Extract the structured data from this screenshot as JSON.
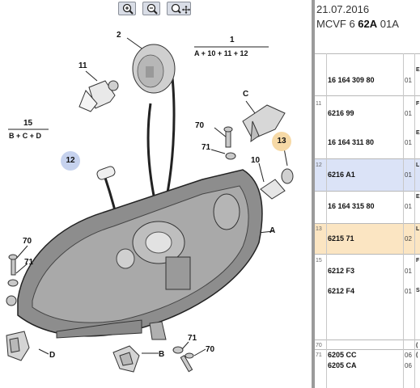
{
  "toolbar": {
    "zoom_in": "zoom-in-icon",
    "zoom_out": "zoom-out-icon",
    "zoom_pan": "zoom-pan-icon"
  },
  "diagram": {
    "callouts": {
      "c1": "1",
      "c1_formula": "A + 10 + 11 + 12",
      "c2": "2",
      "c11": "11",
      "c15": "15",
      "c15_formula": "B + C + D",
      "cC": "C",
      "c70_top": "70",
      "c71_top": "71",
      "c13": "13",
      "c12": "12",
      "c10": "10",
      "cA": "A",
      "c70_left": "70",
      "c71_left": "71",
      "cD": "D",
      "c71_bottom": "71",
      "c70_bottom": "70",
      "cB": "B"
    },
    "highlight_colors": {
      "blue": "#c6d2ee",
      "orange": "#f6d9a6"
    }
  },
  "document": {
    "date": "21.07.2016",
    "ref_prefix": "MCVF 6 ",
    "ref_bold": "62A",
    "ref_suffix": " 01A"
  },
  "parts_table": {
    "rows": [
      {
        "ref": "",
        "part": "16 164 309 80",
        "qty": "01",
        "desc": "E"
      },
      {
        "ref": "11",
        "part": "6216 99",
        "qty": "01",
        "desc": "F"
      },
      {
        "ref": "",
        "part": "16 164 311 80",
        "qty": "01",
        "desc": "E"
      },
      {
        "ref": "12",
        "part": "6216 A1",
        "qty": "01",
        "desc": "L"
      },
      {
        "ref": "",
        "part": "16 164 315 80",
        "qty": "01",
        "desc": "E"
      },
      {
        "ref": "13",
        "part": "6215 71",
        "qty": "02",
        "desc": "L"
      },
      {
        "ref": "15",
        "part": "6212 F3",
        "qty": "01",
        "desc": "F"
      },
      {
        "ref": "",
        "part": "6212 F4",
        "qty": "01",
        "desc": "S"
      },
      {
        "ref": "70",
        "part": "6205 CC",
        "qty": "06",
        "desc": "("
      },
      {
        "ref": "71",
        "part": "6205 CA",
        "qty": "06",
        "desc": "("
      }
    ]
  }
}
